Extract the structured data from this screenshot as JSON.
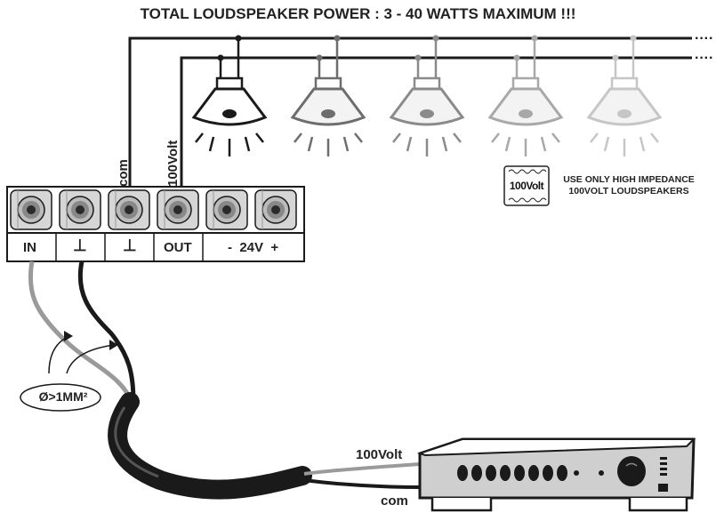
{
  "title": "TOTAL LOUDSPEAKER POWER : 3 - 40 WATTS MAXIMUM !!!",
  "labels": {
    "com_vertical": "com",
    "volt_vertical": "100Volt",
    "amp_volt": "100Volt",
    "amp_com": "com",
    "wire_size": "Ø>1MM²"
  },
  "terminals": [
    "IN",
    "⊥",
    "⊥",
    "OUT",
    "-  24V  +"
  ],
  "note": {
    "badge": "100Volt",
    "line1": "USE ONLY HIGH IMPEDANCE",
    "line2": "100VOLT LOUDSPEAKERS"
  },
  "colors": {
    "wire_dark": "#1a1a1a",
    "wire_grey": "#9a9a9a",
    "terminal_body": "#d6d6d6"
  },
  "speakers": 5
}
